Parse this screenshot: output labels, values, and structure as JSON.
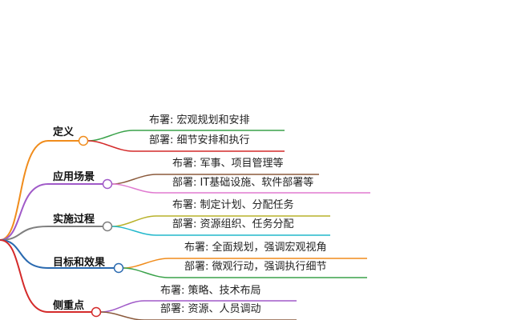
{
  "branches": [
    {
      "label": "定义",
      "color": "#f08c1c",
      "leaves": [
        {
          "label": "布署: 宏观规划和安排",
          "color": "#3aa24a"
        },
        {
          "label": "部署: 细节安排和执行",
          "color": "#d42a2a"
        }
      ]
    },
    {
      "label": "应用场景",
      "color": "#a05ac8",
      "leaves": [
        {
          "label": "布署: 军事、项目管理等",
          "color": "#8b5a3c"
        },
        {
          "label": "部署: IT基础设施、软件部署等",
          "color": "#e07ad0"
        }
      ]
    },
    {
      "label": "实施过程",
      "color": "#7f7f7f",
      "leaves": [
        {
          "label": "布署: 制定计划、分配任务",
          "color": "#b8b22a"
        },
        {
          "label": "部署: 资源组织、任务分配",
          "color": "#22b8cc"
        }
      ]
    },
    {
      "label": "目标和效果",
      "color": "#2a6ab0",
      "leaves": [
        {
          "label": "布署: 全面规划，强调宏观视角",
          "color": "#f08c1c"
        },
        {
          "label": "部署: 微观行动，强调执行细节",
          "color": "#3aa24a"
        }
      ]
    },
    {
      "label": "侧重点",
      "color": "#d42a2a",
      "leaves": [
        {
          "label": "布署: 策略、技术布局",
          "color": "#a05ac8"
        },
        {
          "label": "部署: 资源、人员调动",
          "color": "#8b5a3c"
        }
      ]
    }
  ]
}
